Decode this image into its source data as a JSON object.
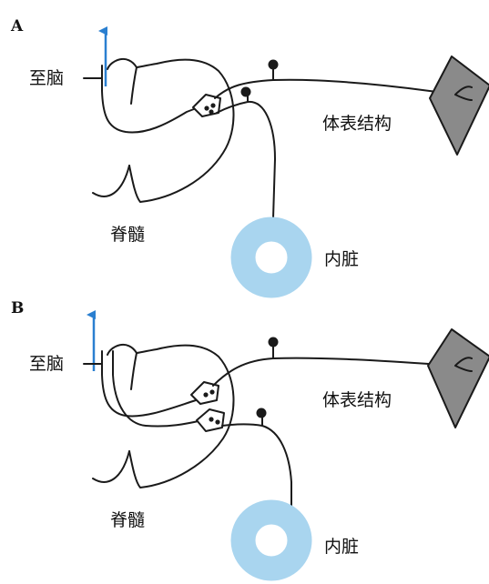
{
  "colors": {
    "ink": "#1a1a1a",
    "arrow": "#2a7fd0",
    "viscera_fill": "#a9d5ef",
    "skin_fill": "#8a8a8a"
  },
  "icons": {
    "arrow": "upward-arrow",
    "viscera": "ring-shape",
    "skin": "diamond-shape",
    "neuron": "cell-body-shape",
    "ganglion": "knob-shape"
  },
  "panels": [
    {
      "label": "A",
      "to_brain": "至脑",
      "spinal_cord": "脊髓",
      "body_surface": "体表结构",
      "viscera": "内脏"
    },
    {
      "label": "B",
      "to_brain": "至脑",
      "spinal_cord": "脊髓",
      "body_surface": "体表结构",
      "viscera": "内脏"
    }
  ]
}
